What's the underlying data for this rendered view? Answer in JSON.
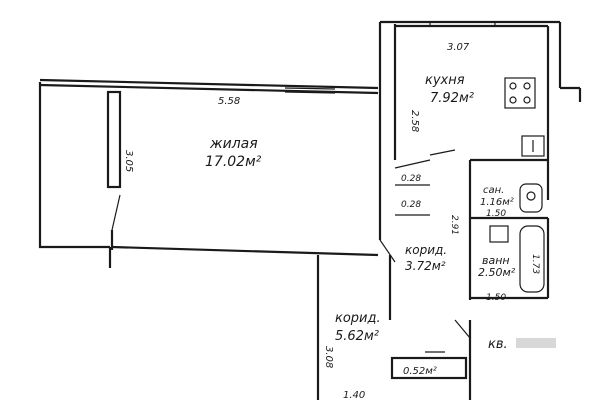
{
  "rooms": {
    "kitchen": {
      "name": "кухня",
      "area": "7.92м²"
    },
    "living": {
      "name": "жилая",
      "area": "17.02м²"
    },
    "wc": {
      "name": "сан.",
      "area": "1.16м²"
    },
    "bath": {
      "name": "ванн",
      "area": "2.50м²"
    },
    "corridor_small": {
      "name": "корид.",
      "area": "3.72м²"
    },
    "corridor_main": {
      "name": "корид.",
      "area": "5.62м²"
    },
    "closet": {
      "area": "0.52м²"
    }
  },
  "dimensions": {
    "kitchen_width": "3.07",
    "kitchen_height": "2.58",
    "living_width": "5.58",
    "living_height": "3.05",
    "wc_width": "1.50",
    "wc_side": "2.91",
    "bath_width": "1.50",
    "bath_length": "1.73",
    "niche_top": "0.28",
    "niche_bottom": "0.28",
    "corridor_height": "3.08",
    "corridor_width": "1.40"
  },
  "apartment_label": "кв."
}
